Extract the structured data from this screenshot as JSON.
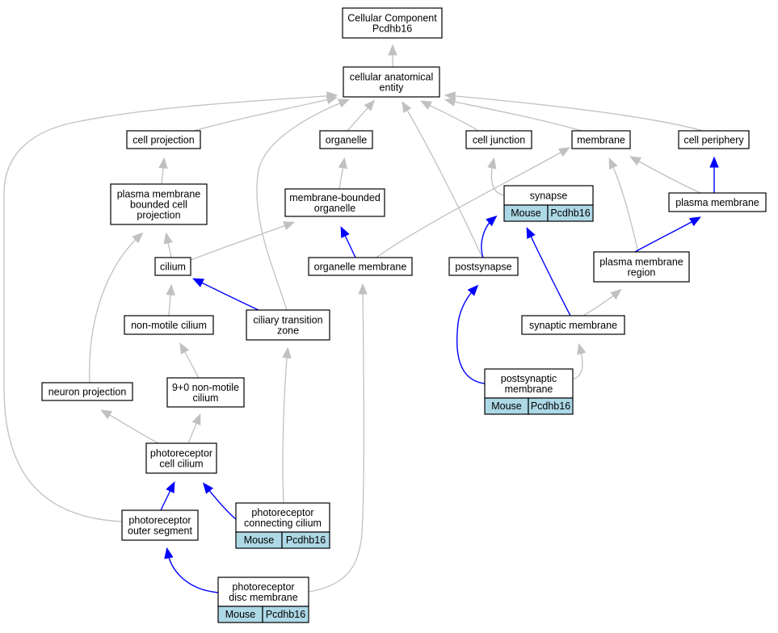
{
  "colors": {
    "is_a_edge": "#c0c0c0",
    "part_of_edge": "#0000ff",
    "annotation_fill": "#add8e6",
    "node_border": "#000000"
  },
  "nodes": {
    "root": {
      "lines": [
        "Cellular Component",
        "Pcdhb16"
      ]
    },
    "cae": {
      "lines": [
        "cellular anatomical",
        "entity"
      ]
    },
    "cellproj": {
      "lines": [
        "cell projection"
      ]
    },
    "organelle": {
      "lines": [
        "organelle"
      ]
    },
    "celljunc": {
      "lines": [
        "cell junction"
      ]
    },
    "membrane": {
      "lines": [
        "membrane"
      ]
    },
    "cellperi": {
      "lines": [
        "cell periphery"
      ]
    },
    "pmbcp": {
      "lines": [
        "plasma membrane",
        "bounded cell",
        "projection"
      ]
    },
    "mbo": {
      "lines": [
        "membrane-bounded",
        "organelle"
      ]
    },
    "synapse": {
      "lines": [
        "synapse"
      ],
      "annotation": [
        "Mouse",
        "Pcdhb16"
      ]
    },
    "pm": {
      "lines": [
        "plasma membrane"
      ]
    },
    "cilium": {
      "lines": [
        "cilium"
      ]
    },
    "orgmem": {
      "lines": [
        "organelle membrane"
      ]
    },
    "postsyn": {
      "lines": [
        "postsynapse"
      ]
    },
    "pmregion": {
      "lines": [
        "plasma membrane",
        "region"
      ]
    },
    "nonmotile": {
      "lines": [
        "non-motile cilium"
      ]
    },
    "ctz": {
      "lines": [
        "ciliary transition",
        "zone"
      ]
    },
    "synmem": {
      "lines": [
        "synaptic membrane"
      ]
    },
    "psm": {
      "lines": [
        "postsynaptic",
        "membrane"
      ],
      "annotation": [
        "Mouse",
        "Pcdhb16"
      ]
    },
    "nineplus": {
      "lines": [
        "9+0 non-motile",
        "cilium"
      ]
    },
    "neuronproj": {
      "lines": [
        "neuron projection"
      ]
    },
    "prcc": {
      "lines": [
        "photoreceptor",
        "cell cilium"
      ]
    },
    "pos": {
      "lines": [
        "photoreceptor",
        "outer segment"
      ]
    },
    "pcc": {
      "lines": [
        "photoreceptor",
        "connecting cilium"
      ],
      "annotation": [
        "Mouse",
        "Pcdhb16"
      ]
    },
    "pdm": {
      "lines": [
        "photoreceptor",
        "disc membrane"
      ],
      "annotation": [
        "Mouse",
        "Pcdhb16"
      ]
    }
  },
  "edges": [
    {
      "from": "cae",
      "to": "root",
      "type": "is_a"
    },
    {
      "from": "cellproj",
      "to": "cae",
      "type": "is_a"
    },
    {
      "from": "organelle",
      "to": "cae",
      "type": "is_a"
    },
    {
      "from": "celljunc",
      "to": "cae",
      "type": "is_a"
    },
    {
      "from": "membrane",
      "to": "cae",
      "type": "is_a"
    },
    {
      "from": "cellperi",
      "to": "cae",
      "type": "is_a"
    },
    {
      "from": "pos",
      "to": "cae",
      "type": "is_a"
    },
    {
      "from": "ctz",
      "to": "cae",
      "type": "is_a"
    },
    {
      "from": "postsyn",
      "to": "cae",
      "type": "is_a"
    },
    {
      "from": "pmbcp",
      "to": "cellproj",
      "type": "is_a"
    },
    {
      "from": "mbo",
      "to": "organelle",
      "type": "is_a"
    },
    {
      "from": "synapse",
      "to": "celljunc",
      "type": "is_a"
    },
    {
      "from": "orgmem",
      "to": "membrane",
      "type": "is_a"
    },
    {
      "from": "pm",
      "to": "membrane",
      "type": "is_a"
    },
    {
      "from": "pmregion",
      "to": "membrane",
      "type": "is_a"
    },
    {
      "from": "pm",
      "to": "cellperi",
      "type": "part_of"
    },
    {
      "from": "cilium",
      "to": "pmbcp",
      "type": "is_a"
    },
    {
      "from": "cilium",
      "to": "mbo",
      "type": "is_a"
    },
    {
      "from": "orgmem",
      "to": "mbo",
      "type": "part_of"
    },
    {
      "from": "postsyn",
      "to": "synapse",
      "type": "part_of"
    },
    {
      "from": "synmem",
      "to": "synapse",
      "type": "part_of"
    },
    {
      "from": "pmregion",
      "to": "pm",
      "type": "part_of"
    },
    {
      "from": "nonmotile",
      "to": "cilium",
      "type": "is_a"
    },
    {
      "from": "ctz",
      "to": "cilium",
      "type": "part_of"
    },
    {
      "from": "synmem",
      "to": "pmregion",
      "type": "is_a"
    },
    {
      "from": "psm",
      "to": "postsyn",
      "type": "part_of"
    },
    {
      "from": "psm",
      "to": "synmem",
      "type": "is_a"
    },
    {
      "from": "nineplus",
      "to": "nonmotile",
      "type": "is_a"
    },
    {
      "from": "neuronproj",
      "to": "pmbcp",
      "type": "is_a"
    },
    {
      "from": "prcc",
      "to": "neuronproj",
      "type": "is_a"
    },
    {
      "from": "prcc",
      "to": "nineplus",
      "type": "is_a"
    },
    {
      "from": "pos",
      "to": "prcc",
      "type": "part_of"
    },
    {
      "from": "pcc",
      "to": "prcc",
      "type": "part_of"
    },
    {
      "from": "pcc",
      "to": "ctz",
      "type": "is_a"
    },
    {
      "from": "pdm",
      "to": "pos",
      "type": "part_of"
    },
    {
      "from": "pdm",
      "to": "orgmem",
      "type": "is_a"
    }
  ]
}
